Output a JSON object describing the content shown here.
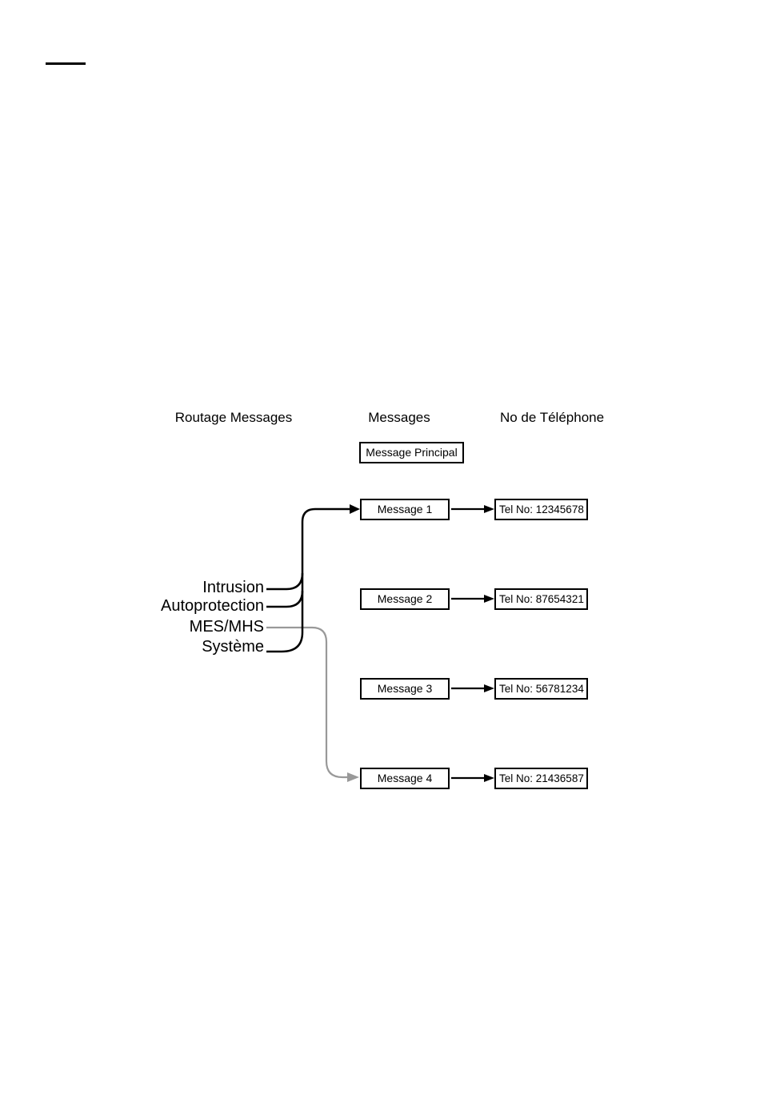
{
  "diagram": {
    "headers": {
      "routing": "Routage Messages",
      "messages": "Messages",
      "phone": "No de Téléphone"
    },
    "principal_box_label": "Message Principal",
    "routing_labels": [
      "Intrusion",
      "Autoprotection",
      "MES/MHS",
      "Système"
    ],
    "rows": [
      {
        "message": "Message 1",
        "tel": "Tel No: 12345678"
      },
      {
        "message": "Message 2",
        "tel": "Tel No: 87654321"
      },
      {
        "message": "Message 3",
        "tel": "Tel No: 56781234"
      },
      {
        "message": "Message 4",
        "tel": "Tel No: 21436587"
      }
    ],
    "colors": {
      "line": "#000000",
      "gray_line": "#999999",
      "box_border": "#000000"
    }
  }
}
